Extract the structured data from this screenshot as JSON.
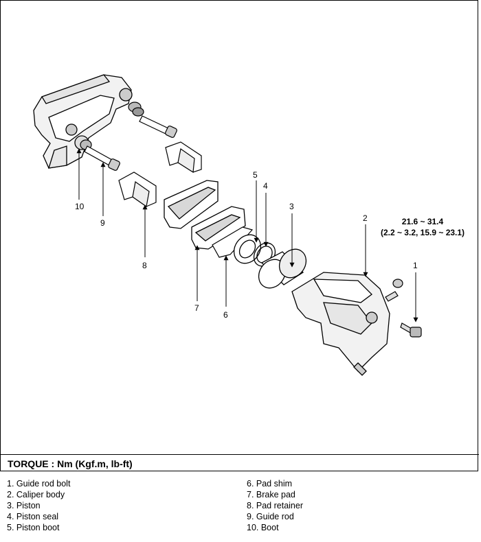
{
  "torque_header": "TORQUE : Nm (Kgf.m, lb-ft)",
  "torque_spec": {
    "line1": "21.6 ~ 31.4",
    "line2": "(2.2 ~ 3.2, 15.9 ~ 23.1)"
  },
  "callouts": {
    "c1": "1",
    "c2": "2",
    "c3": "3",
    "c4": "4",
    "c5": "5",
    "c6": "6",
    "c7": "7",
    "c8": "8",
    "c9": "9",
    "c10": "10"
  },
  "legend_left": [
    "1. Guide rod bolt",
    "2. Caliper body",
    "3. Piston",
    "4. Piston seal",
    "5. Piston boot"
  ],
  "legend_right": [
    "6. Pad shim",
    "7. Brake pad",
    "8. Pad retainer",
    "9. Guide rod",
    "10. Boot"
  ]
}
